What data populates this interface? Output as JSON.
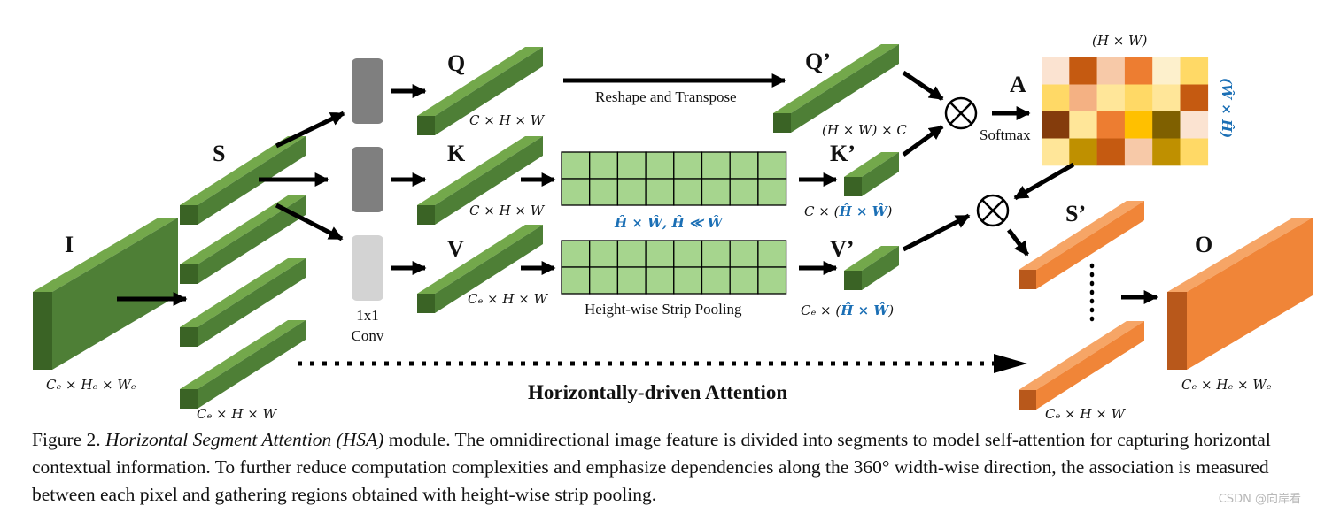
{
  "labels": {
    "I": "I",
    "S": "S",
    "Q": "Q",
    "K": "K",
    "V": "V",
    "Qp": "Q’",
    "Kp": "K’",
    "Vp": "V’",
    "A": "A",
    "Sp": "S’",
    "O": "O"
  },
  "dims": {
    "I": "Cₑ × Hₑ × Wₑ",
    "S": "Cₑ × H × W",
    "Q": "C × H × W",
    "K": "C × H × W",
    "V": "Cₑ × H × W",
    "Qp": "(H × W) × C",
    "Kp_prefix": "C × (",
    "Kp_blue": "Ĥ × Ŵ",
    "Kp_suffix": ")",
    "Vp_prefix": "Cₑ × (",
    "Vp_blue": "Ĥ × Ŵ",
    "Vp_suffix": ")",
    "A_top": "(H × W)",
    "A_side": "(Ŵ × Ĥ)",
    "Sp": "Cₑ × H × W",
    "O": "Cₑ × Hₑ × Wₑ"
  },
  "text": {
    "conv": [
      "1x1",
      "Conv"
    ],
    "reshape": "Reshape and Transpose",
    "softmax": "Softmax",
    "grid_k_caption": "Ĥ × Ŵ, Ĥ ≪ Ŵ",
    "grid_v_caption": "Height-wise Strip Pooling",
    "title": "Horizontally-driven Attention"
  },
  "colors": {
    "green_front": "#4e7f36",
    "green_top": "#73a84b",
    "green_side": "#3a6325",
    "orange_front": "#f08538",
    "orange_top": "#f6a566",
    "orange_side": "#b8581b",
    "grid_fill": "#a6d58e",
    "conv_dark": "#7f7f7f",
    "conv_light": "#d3d3d3",
    "blue_math": "#1b6fb5"
  },
  "heatmap": [
    [
      "#fbe3d1",
      "#c55a11",
      "#f7c9a8",
      "#ed7d31",
      "#fdf0cc",
      "#ffd966"
    ],
    [
      "#ffd966",
      "#f4b183",
      "#ffe699",
      "#ffd966",
      "#ffe699",
      "#c55a11"
    ],
    [
      "#843c0c",
      "#ffe699",
      "#ed7d31",
      "#ffc000",
      "#7f6000",
      "#fbe3d1"
    ],
    [
      "#ffe699",
      "#bf9000",
      "#c55a11",
      "#f7c9a8",
      "#bf9000",
      "#ffd966"
    ]
  ],
  "caption": {
    "fig": "Figure 2. ",
    "title": "Horizontal Segment Attention (HSA)",
    "body": " module. The omnidirectional image feature is divided into segments to model self-attention for capturing horizontal contextual information. To further reduce computation complexities and emphasize dependencies along the 360° width-wise direction, the association is measured between each pixel and gathering regions obtained with height-wise strip pooling."
  },
  "watermark": "CSDN @向岸看"
}
